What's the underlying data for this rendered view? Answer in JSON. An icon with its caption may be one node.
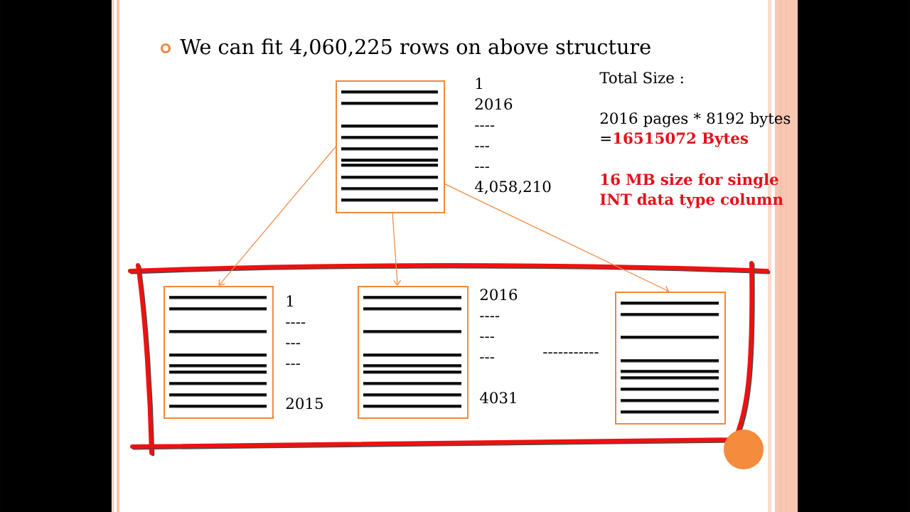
{
  "diagram": {
    "title": "We can fit 4,060,225 rows on above structure",
    "nodes": [
      {
        "text": [],
        "shape": "box",
        "beside": [
          "1",
          "2016",
          "----",
          "---",
          "---",
          "4,058,210"
        ]
      },
      {
        "text": [],
        "shape": "box"
      },
      {
        "text": [],
        "shape": "box",
        "in": 1,
        "beside": [
          "1",
          "----",
          "---",
          "---",
          "2015"
        ]
      },
      {
        "text": [],
        "shape": "box",
        "in": 1,
        "beside": [
          "2016",
          "----",
          "---",
          "---",
          "4031"
        ]
      },
      {
        "text": [],
        "shape": "box",
        "in": 1
      }
    ],
    "edges": [
      {
        "from": 0,
        "to": 2,
        "arrow": "to"
      },
      {
        "from": 0,
        "to": 3,
        "arrow": "to"
      },
      {
        "from": 0,
        "to": 4,
        "arrow": "to"
      }
    ],
    "labels": [
      "Total Size :",
      "2016 pages * 8192 bytes =**16515072 Bytes**",
      "16 MB size for single INT data type column",
      "-----------"
    ]
  }
}
